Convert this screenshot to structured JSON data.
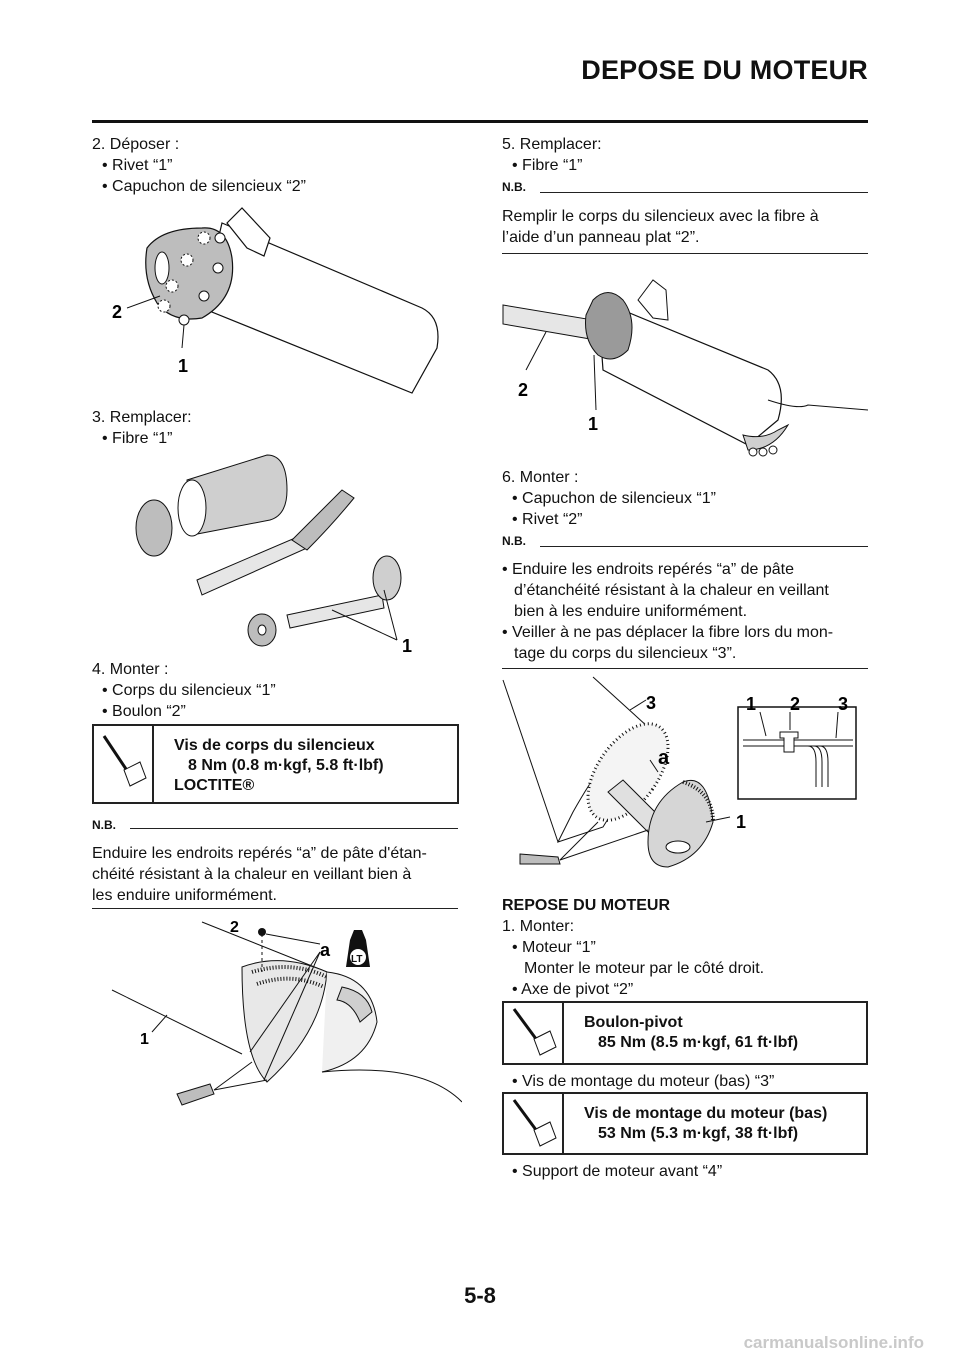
{
  "header": {
    "title": "DEPOSE DU MOTEUR"
  },
  "left": {
    "step2": {
      "title": "2.  Déposer :",
      "items": [
        "• Rivet “1”",
        "• Capuchon de silencieux “2”"
      ]
    },
    "step3": {
      "title": "3.  Remplacer:",
      "items": [
        "• Fibre “1”"
      ]
    },
    "step4": {
      "title": "4.  Monter :",
      "items": [
        "• Corps du silencieux “1”",
        "• Boulon “2”"
      ]
    },
    "torque1": {
      "lines": [
        "Vis de corps du silencieux",
        "8 Nm (0.8 m·kgf, 5.8 ft·lbf)",
        "LOCTITE®"
      ]
    },
    "nb": {
      "label": "N.B.",
      "lines": [
        "Enduire les endroits repérés “a” de pâte d'étan-",
        "chéité résistant à la chaleur en veillant bien à",
        "les enduire uniformément."
      ]
    }
  },
  "right": {
    "step5": {
      "title": "5.  Remplacer:",
      "items": [
        "• Fibre “1”"
      ]
    },
    "nb1": {
      "label": "N.B.",
      "lines": [
        "Remplir le corps du silencieux avec la fibre à",
        "l’aide d’un panneau plat “2”."
      ]
    },
    "step6": {
      "title": "6.  Monter :",
      "items": [
        "• Capuchon de silencieux “1”",
        "• Rivet “2”"
      ]
    },
    "nb2": {
      "label": "N.B.",
      "lines": [
        "• Enduire les endroits repérés “a” de pâte",
        "d’étanchéité résistant à la chaleur en veillant",
        "bien à les enduire uniformément.",
        "• Veiller à ne pas déplacer la fibre lors du mon-",
        "tage du corps du silencieux “3”."
      ]
    },
    "section": {
      "title": "REPOSE DU MOTEUR"
    },
    "install": {
      "title": "1.  Monter:",
      "items": [
        "• Moteur “1”",
        "Monter le moteur par le côté droit.",
        "• Axe de pivot “2”"
      ],
      "item_pivot_bolt": "• Vis de montage du moteur (bas) “3”",
      "item_support": "• Support de moteur avant “4”"
    },
    "torque2": {
      "lines": [
        "Boulon-pivot",
        "85 Nm (8.5 m·kgf, 61 ft·lbf)"
      ]
    },
    "torque3": {
      "lines": [
        "Vis de montage du moteur (bas)",
        "53 Nm (5.3 m·kgf, 38 ft·lbf)"
      ]
    }
  },
  "figures": {
    "fig1": {
      "labels": [
        "2",
        "1"
      ]
    },
    "fig2": {
      "labels": [
        "1"
      ]
    },
    "fig3": {
      "labels": [
        "2",
        "a",
        "1"
      ],
      "badge": "LT"
    },
    "fig4": {
      "labels": [
        "2",
        "1"
      ]
    },
    "fig5": {
      "labels": [
        "3",
        "1",
        "2",
        "3",
        "a",
        "1"
      ]
    }
  },
  "footer": {
    "page": "5-8",
    "watermark": "carmanualsonline.info"
  }
}
